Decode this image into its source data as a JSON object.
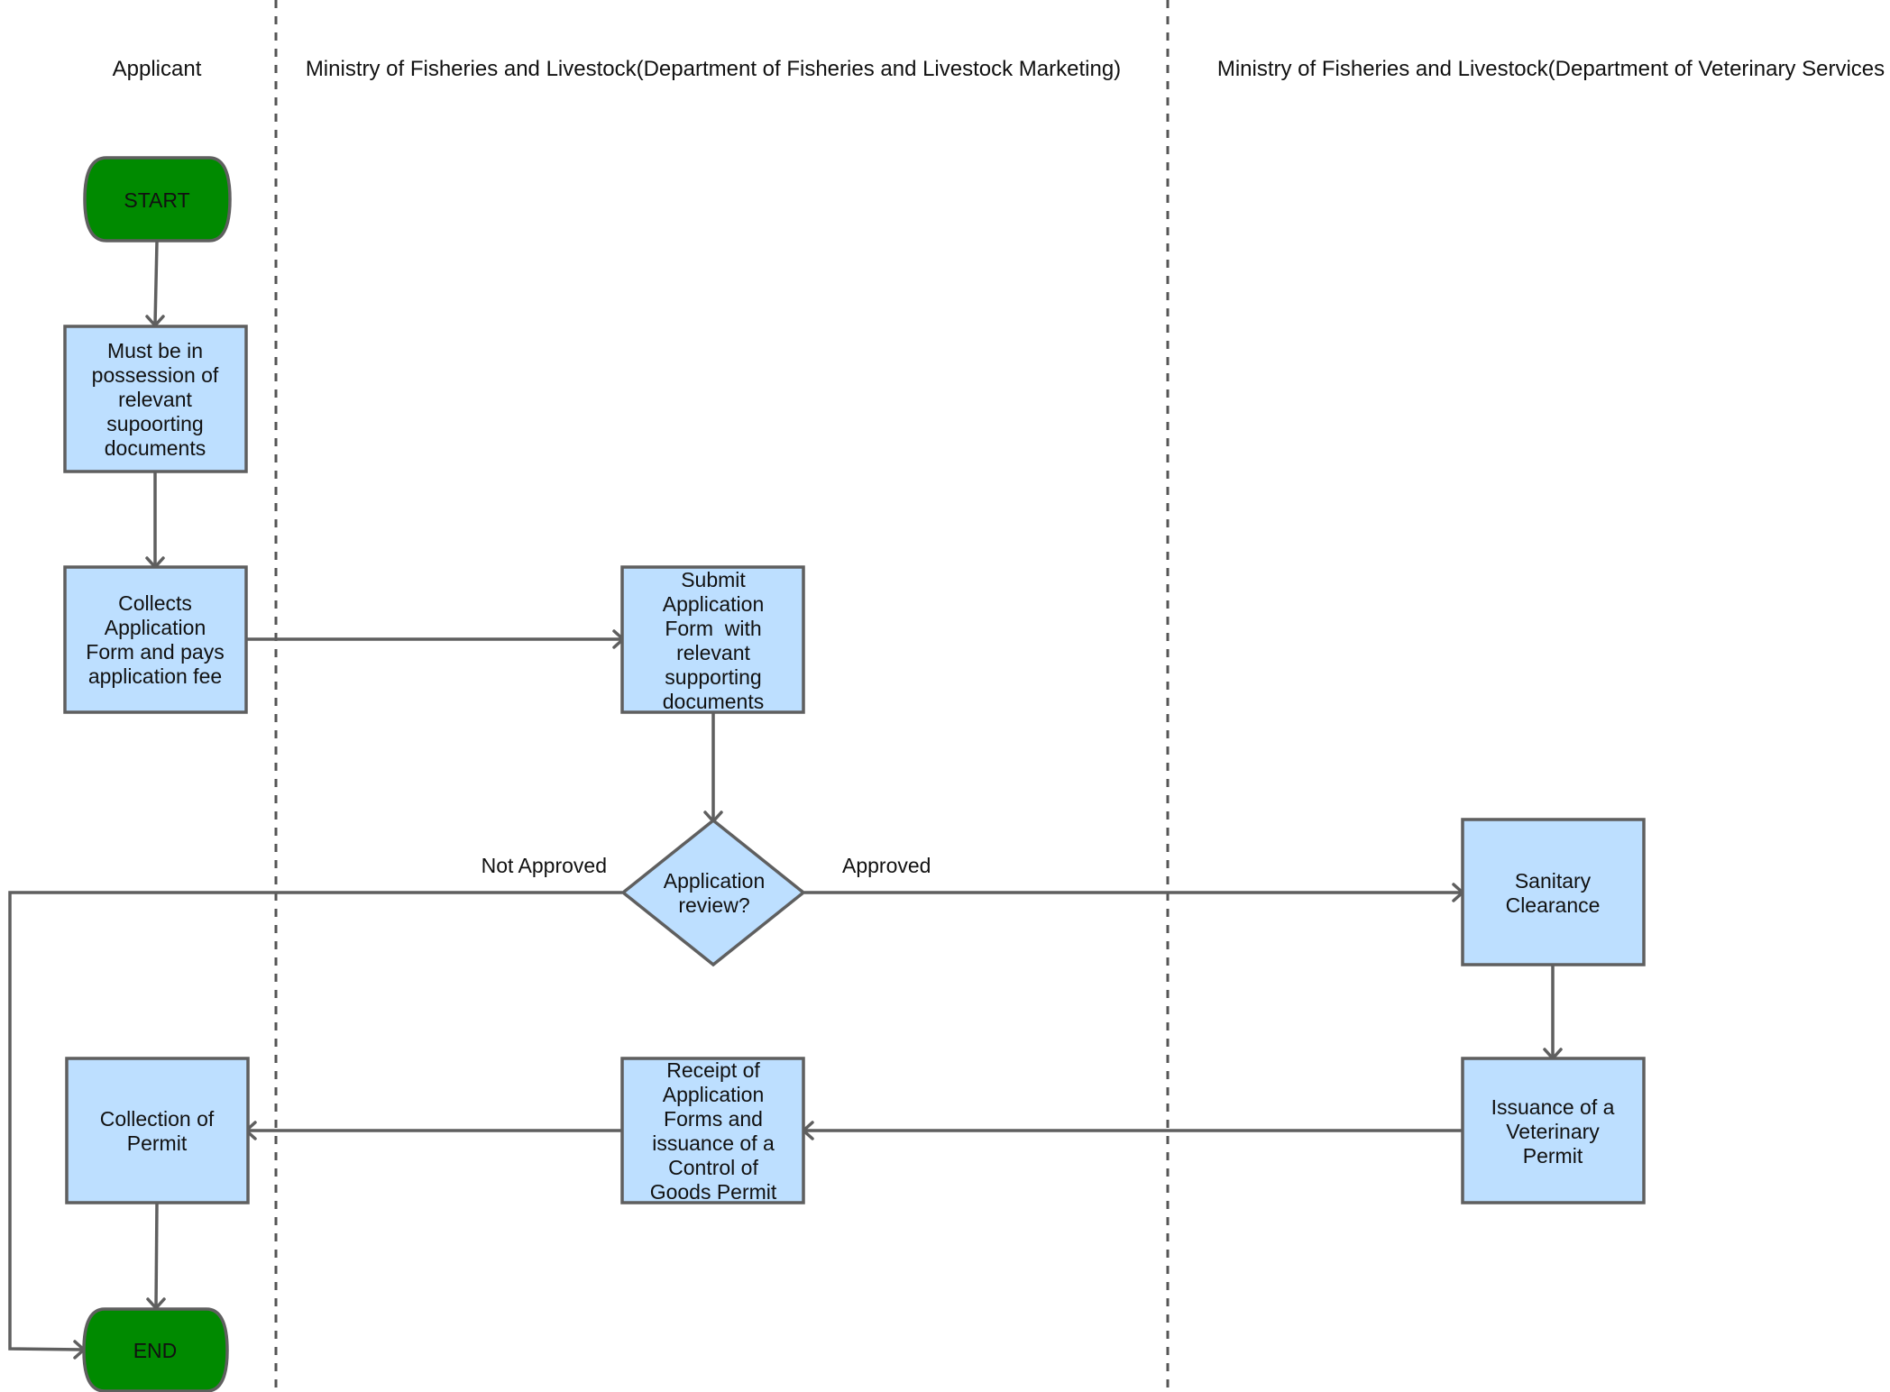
{
  "colors": {
    "terminal_fill": "#008a00",
    "process_fill": "#bddfff",
    "stroke": "#5f5f5f",
    "text": "#111111"
  },
  "lanes": [
    {
      "id": "applicant",
      "title": "Applicant"
    },
    {
      "id": "marketing",
      "title": "Ministry of Fisheries and Livestock(Department of Fisheries and Livestock Marketing)"
    },
    {
      "id": "veterinary",
      "title": "Ministry of Fisheries and Livestock(Department of Veterinary Services"
    }
  ],
  "nodes": [
    {
      "id": "start",
      "type": "terminal",
      "lane": "applicant",
      "lines": [
        "START"
      ]
    },
    {
      "id": "possession",
      "type": "process",
      "lane": "applicant",
      "lines": [
        "Must be in",
        "possession of",
        "relevant",
        "supoorting",
        "documents"
      ]
    },
    {
      "id": "collects",
      "type": "process",
      "lane": "applicant",
      "lines": [
        "Collects",
        "Application",
        "Form and pays",
        "application fee"
      ]
    },
    {
      "id": "submit",
      "type": "process",
      "lane": "marketing",
      "lines": [
        "Submit",
        "Application",
        "Form  with",
        "relevant",
        "supporting",
        "documents"
      ]
    },
    {
      "id": "review",
      "type": "decision",
      "lane": "marketing",
      "lines": [
        "Application",
        "review?"
      ]
    },
    {
      "id": "sanitary",
      "type": "process",
      "lane": "veterinary",
      "lines": [
        "Sanitary",
        "Clearance"
      ]
    },
    {
      "id": "vetpermit",
      "type": "process",
      "lane": "veterinary",
      "lines": [
        "Issuance of a",
        "Veterinary",
        "Permit"
      ]
    },
    {
      "id": "receipt",
      "type": "process",
      "lane": "marketing",
      "lines": [
        "Receipt of",
        "Application",
        "Forms and",
        "issuance of a",
        "Control of",
        "Goods Permit"
      ]
    },
    {
      "id": "collection",
      "type": "process",
      "lane": "applicant",
      "lines": [
        "Collection of",
        "Permit"
      ]
    },
    {
      "id": "end",
      "type": "terminal",
      "lane": "applicant",
      "lines": [
        "END"
      ]
    }
  ],
  "edges": [
    {
      "from": "start",
      "to": "possession",
      "label": ""
    },
    {
      "from": "possession",
      "to": "collects",
      "label": ""
    },
    {
      "from": "collects",
      "to": "submit",
      "label": ""
    },
    {
      "from": "submit",
      "to": "review",
      "label": ""
    },
    {
      "from": "review",
      "to": "sanitary",
      "label": "Approved"
    },
    {
      "from": "review",
      "to": "end",
      "label": "Not Approved"
    },
    {
      "from": "sanitary",
      "to": "vetpermit",
      "label": ""
    },
    {
      "from": "vetpermit",
      "to": "receipt",
      "label": ""
    },
    {
      "from": "receipt",
      "to": "collection",
      "label": ""
    },
    {
      "from": "collection",
      "to": "end",
      "label": ""
    }
  ]
}
